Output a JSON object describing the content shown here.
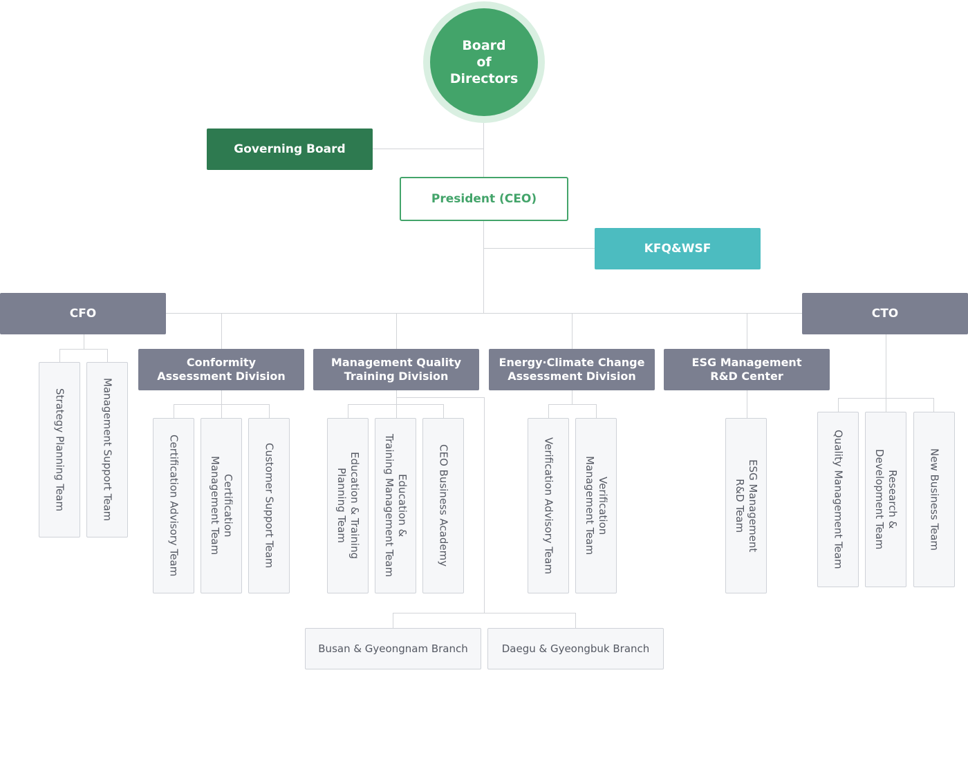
{
  "board": "Board\nof\nDirectors",
  "governing_board": "Governing Board",
  "president": "President (CEO)",
  "kfq": "KFQ&WSF",
  "cfo": "CFO",
  "cto": "CTO",
  "divisions": [
    "Conformity\nAssessment Division",
    "Management Quality\nTraining Division",
    "Energy·Climate Change\nAssessment Division",
    "ESG Management\nR&D Center"
  ],
  "teams": {
    "cfo": [
      "Strategy Planning Team",
      "Management Support Team"
    ],
    "conformity": [
      "Certification Advisory Team",
      "Certification\nManagement Team",
      "Customer Support Team"
    ],
    "training": [
      "Education & Training\nPlanning Team",
      "Education &\nTraining Management Team",
      "CEO Business Academy"
    ],
    "energy": [
      "Verification Advisory Team",
      "Verification\nManagement Team"
    ],
    "esg": [
      "ESG Management\nR&D Team"
    ],
    "cto": [
      "Quality Management Team",
      "Research &\nDevelopment Team",
      "New Business Team"
    ]
  },
  "branches": [
    "Busan & Gyeongnam Branch",
    "Daegu & Gyeongbuk Branch"
  ],
  "colors": {
    "board_green": "#43a46a",
    "governing_green": "#2e7a50",
    "kfq_teal": "#4cbcc0",
    "division_gray": "#7b7f90"
  }
}
